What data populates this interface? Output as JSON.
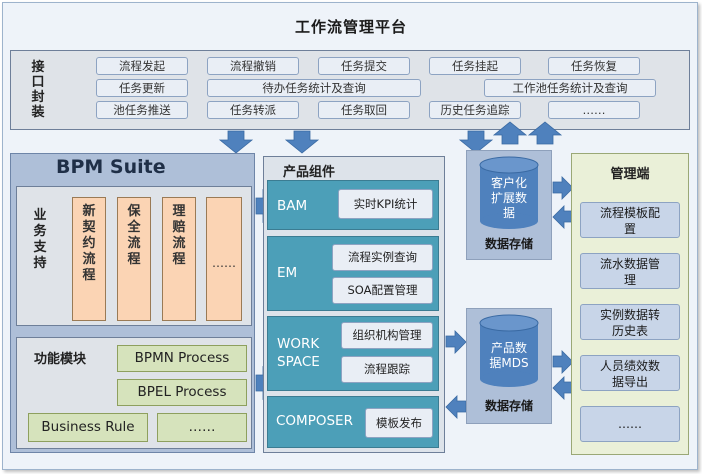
{
  "title": "工作流管理平台",
  "interface": {
    "label": "接口封装",
    "row1": [
      "流程发起",
      "流程撤销",
      "任务提交",
      "任务挂起",
      "任务恢复"
    ],
    "row2": [
      "任务更新",
      "待办任务统计及查询",
      "工作池任务统计及查询"
    ],
    "row3": [
      "池任务推送",
      "任务转派",
      "任务取回",
      "历史任务追踪",
      "……"
    ]
  },
  "bpm": {
    "title": "BPM Suite",
    "business_label": "业务支持",
    "processes": [
      "新契约流程",
      "保全流程",
      "理赔流程",
      "……"
    ],
    "func_label": "功能模块",
    "modules": [
      "BPMN Process",
      "BPEL Process",
      "Business Rule",
      "……"
    ]
  },
  "components": {
    "title": "产品组件",
    "bam": {
      "label": "BAM",
      "items": [
        "实时KPI统计"
      ]
    },
    "em": {
      "label": "EM",
      "items": [
        "流程实例查询",
        "SOA配置管理"
      ]
    },
    "workspace": {
      "label1": "WORK",
      "label2": "SPACE",
      "items": [
        "组织机构管理",
        "流程跟踪"
      ]
    },
    "composer": {
      "label": "COMPOSER",
      "items": [
        "模板发布"
      ]
    }
  },
  "storage_top": {
    "db_line1": "客户化",
    "db_line2": "扩展数",
    "db_line3": "据",
    "label": "数据存储"
  },
  "storage_bottom": {
    "db_line1": "产品数",
    "db_line2": "据MDS",
    "label": "数据存储"
  },
  "management": {
    "title": "管理端",
    "items": [
      {
        "l1": "流程模板配",
        "l2": "置"
      },
      {
        "l1": "流水数据管",
        "l2": "理"
      },
      {
        "l1": "实例数据转",
        "l2": "历史表"
      },
      {
        "l1": "人员绩效数",
        "l2": "据导出"
      },
      {
        "l1": "……",
        "l2": ""
      }
    ]
  },
  "colors": {
    "arrow": "#4f81bd",
    "teal": "#4c9fb8",
    "orange": "#fbd4b4",
    "green": "#d6e3bc",
    "bpm_bg": "#aebfd8"
  }
}
